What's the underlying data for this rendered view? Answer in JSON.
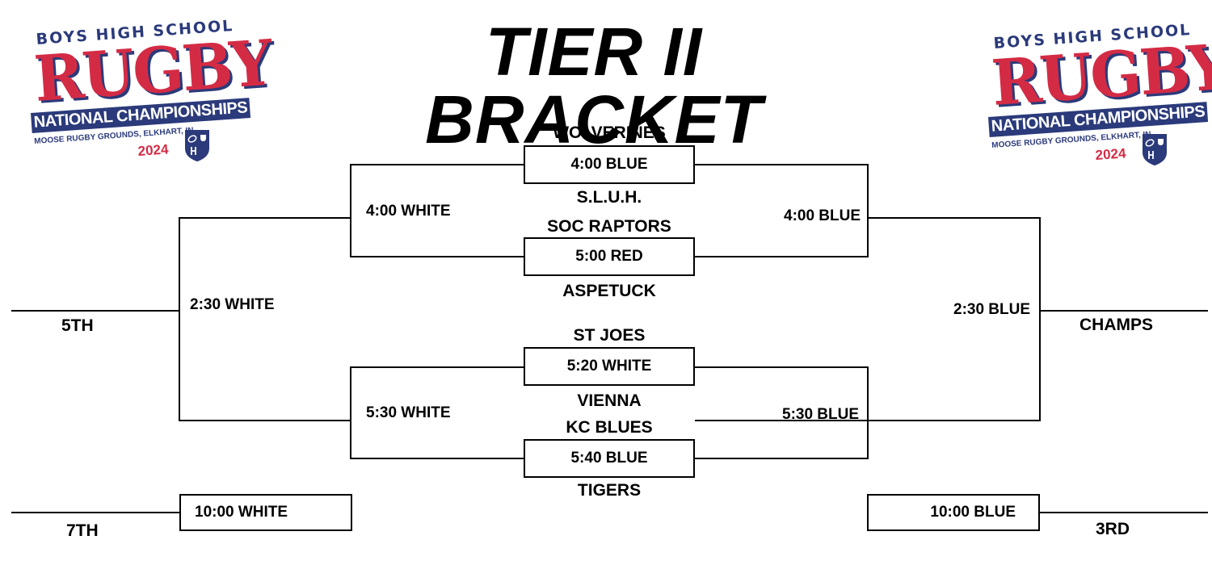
{
  "title": "TIER II BRACKET",
  "logo": {
    "line1": "BOYS HIGH SCHOOL",
    "line2": "RUGBY",
    "line3": "NATIONAL CHAMPIONSHIPS",
    "line4": "MOOSE RUGBY GROUNDS, ELKHART, IN",
    "year": "2024"
  },
  "teams": {
    "wolverines": "WOLVERINES",
    "sluh": "S.L.U.H.",
    "soc_raptors": "SOC RAPTORS",
    "aspetuck": "ASPETUCK",
    "st_joes": "ST JOES",
    "vienna": "VIENNA",
    "kc_blues": "KC BLUES",
    "tigers": "TIGERS"
  },
  "games": {
    "qf1": "4:00 BLUE",
    "qf2": "5:00 RED",
    "qf3": "5:20 WHITE",
    "qf4": "5:40 BLUE",
    "consolation_semi_top": "4:00 WHITE",
    "consolation_semi_bottom": "5:30 WHITE",
    "semi_top": "4:00 BLUE",
    "semi_bottom": "5:30 BLUE",
    "fifth_place": "2:30 WHITE",
    "final": "2:30 BLUE",
    "seventh_place": "10:00 WHITE",
    "third_place": "10:00 BLUE"
  },
  "places": {
    "fifth": "5TH",
    "champs": "CHAMPS",
    "seventh": "7TH",
    "third": "3RD"
  },
  "colors": {
    "brand_red": "#d42b45",
    "brand_navy": "#2b3a7a"
  }
}
